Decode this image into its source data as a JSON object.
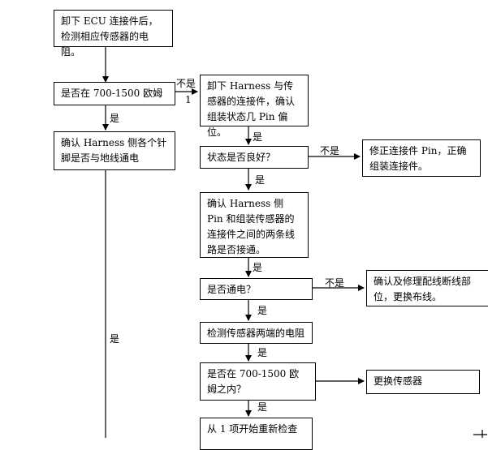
{
  "nodes": {
    "n1": "卸下 ECU 连接件后，检测相应传感器的电阻。",
    "n2": "是否在 700-1500 欧姆",
    "n3": "确认 Harness 侧各个针脚是否与地线通电",
    "n4": "卸下 Harness 与传感器的连接件，确认组装状态几 Pin 偏位。",
    "n5": "状态是否良好？",
    "n6": "修正连接件 Pin，正确组装连接件。",
    "n7": "确认 Harness 侧 Pin 和组装传感器的连接件之间的两条线路是否接通。",
    "n8": "是否通电？",
    "n9": "确认及修理配线断线部位，更换布线。",
    "n10": "检测传感器两端的电阻",
    "n11": "是否在 700-1500 欧姆之内？",
    "n12": "更换传感器",
    "n13": "从 1 项开始重新检查"
  },
  "labels": {
    "yes": "是",
    "no": "不是",
    "jump": "1"
  }
}
